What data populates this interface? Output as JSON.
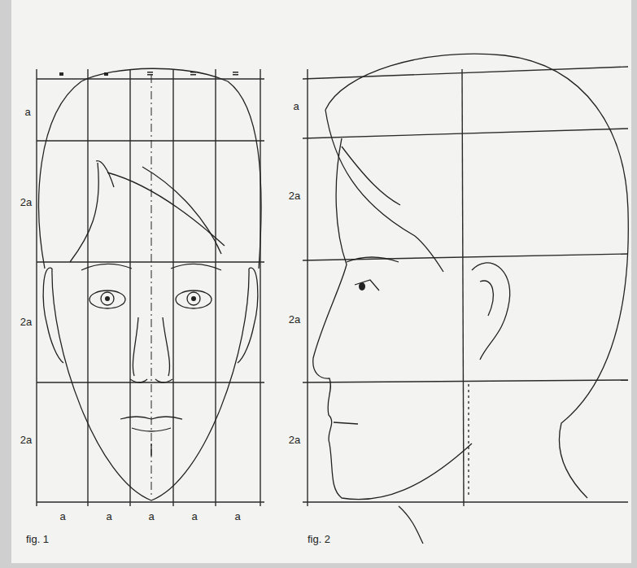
{
  "diagram": {
    "labels": [
      "a",
      "2a",
      "2a",
      "2a",
      "a",
      "a",
      "a",
      "a",
      "a",
      "fig. 1",
      "a",
      "2a",
      "2a",
      "2a",
      "fig. 2"
    ]
  }
}
